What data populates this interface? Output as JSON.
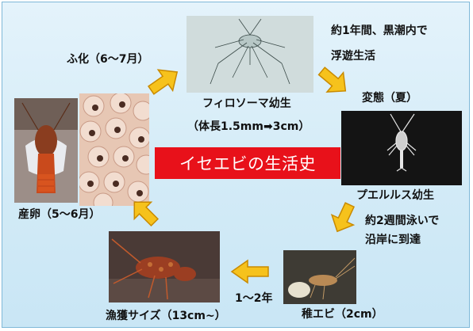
{
  "title": "イセエビの生活史",
  "labels": {
    "hatch": "ふ化（6～7月）",
    "plankton_line1": "約1年間、黒潮内で",
    "plankton_line2": "浮遊生活",
    "phyllosoma": "フィロソーマ幼生",
    "body_length": "（体長1.5mm➡3cm）",
    "metamorphosis": "変態（夏）",
    "puerulus": "プエルルス幼生",
    "swim_line1": "約2週間泳いで",
    "swim_line2": "沿岸に到達",
    "juvenile": "稚エビ（2cm）",
    "years": "1～2年",
    "catch_size": "漁獲サイズ（13cm~）",
    "spawning": "産卵（5～6月）"
  },
  "colors": {
    "title_bg": "#e8111a",
    "arrow_fill": "#f6c21c",
    "arrow_stroke": "#c98a00"
  },
  "icons": {
    "arrow": "thick-yellow-arrow-icon"
  }
}
